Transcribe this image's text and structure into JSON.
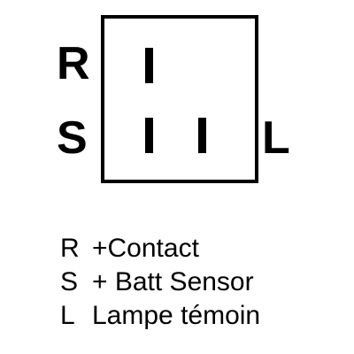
{
  "diagram": {
    "pins": {
      "r": "R",
      "s": "S",
      "l": "L"
    }
  },
  "legend": [
    {
      "code": "R",
      "description": "+Contact"
    },
    {
      "code": "S",
      "description": "+ Batt Sensor"
    },
    {
      "code": "L",
      "description": "Lampe témoin"
    }
  ]
}
